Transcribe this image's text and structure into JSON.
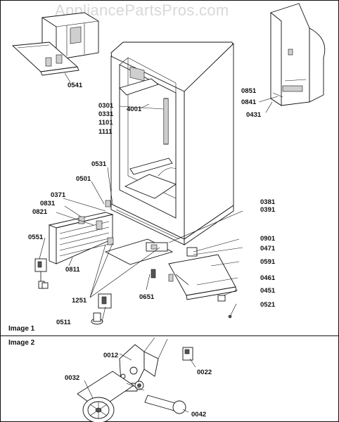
{
  "watermark": "AppliancePartsPros.com",
  "sections": {
    "image1": "Image 1",
    "image2": "Image 2"
  },
  "callouts": [
    {
      "id": "0541",
      "text": "0541"
    },
    {
      "id": "0851",
      "text": "0851"
    },
    {
      "id": "0841",
      "text": "0841"
    },
    {
      "id": "0431",
      "text": "0431"
    },
    {
      "id": "0301",
      "text": "0301"
    },
    {
      "id": "0331",
      "text": "0331"
    },
    {
      "id": "1101",
      "text": "1101"
    },
    {
      "id": "1111",
      "text": "1111"
    },
    {
      "id": "4001",
      "text": "4001"
    },
    {
      "id": "0531",
      "text": "0531"
    },
    {
      "id": "0501",
      "text": "0501"
    },
    {
      "id": "0371",
      "text": "0371"
    },
    {
      "id": "0831",
      "text": "0831"
    },
    {
      "id": "0821",
      "text": "0821"
    },
    {
      "id": "0551",
      "text": "0551"
    },
    {
      "id": "0811",
      "text": "0811"
    },
    {
      "id": "1251",
      "text": "1251"
    },
    {
      "id": "0511",
      "text": "0511"
    },
    {
      "id": "0651",
      "text": "0651"
    },
    {
      "id": "0381",
      "text": "0381"
    },
    {
      "id": "0391",
      "text": "0391"
    },
    {
      "id": "0901",
      "text": "0901"
    },
    {
      "id": "0471",
      "text": "0471"
    },
    {
      "id": "0591",
      "text": "0591"
    },
    {
      "id": "0461",
      "text": "0461"
    },
    {
      "id": "0451",
      "text": "0451"
    },
    {
      "id": "0521",
      "text": "0521"
    },
    {
      "id": "0012",
      "text": "0012"
    },
    {
      "id": "0022",
      "text": "0022"
    },
    {
      "id": "0032",
      "text": "0032"
    },
    {
      "id": "0042",
      "text": "0042"
    }
  ]
}
